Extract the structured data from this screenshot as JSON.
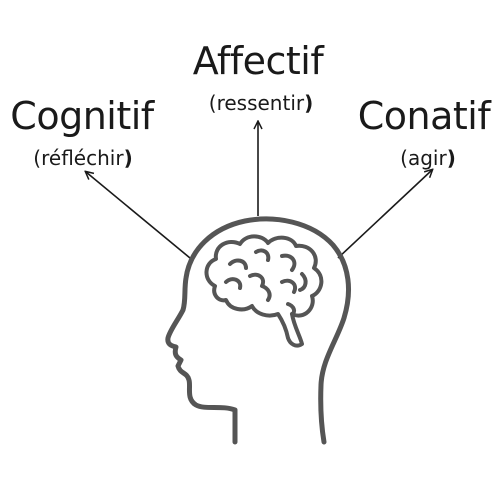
{
  "concepts": [
    {
      "id": "cognitif",
      "title": "Cognitif",
      "subtitle": "réfléchir"
    },
    {
      "id": "affectif",
      "title": "Affectif",
      "subtitle": "ressentir"
    },
    {
      "id": "conatif",
      "title": "Conatif",
      "subtitle": "agir"
    }
  ],
  "paren_open": "(",
  "paren_close": ")",
  "icons": {
    "head": "head-profile-icon",
    "brain": "brain-icon"
  },
  "colors": {
    "text": "#1a1a1a",
    "arrow": "#1a1a1a",
    "head_outline": "#555555"
  }
}
